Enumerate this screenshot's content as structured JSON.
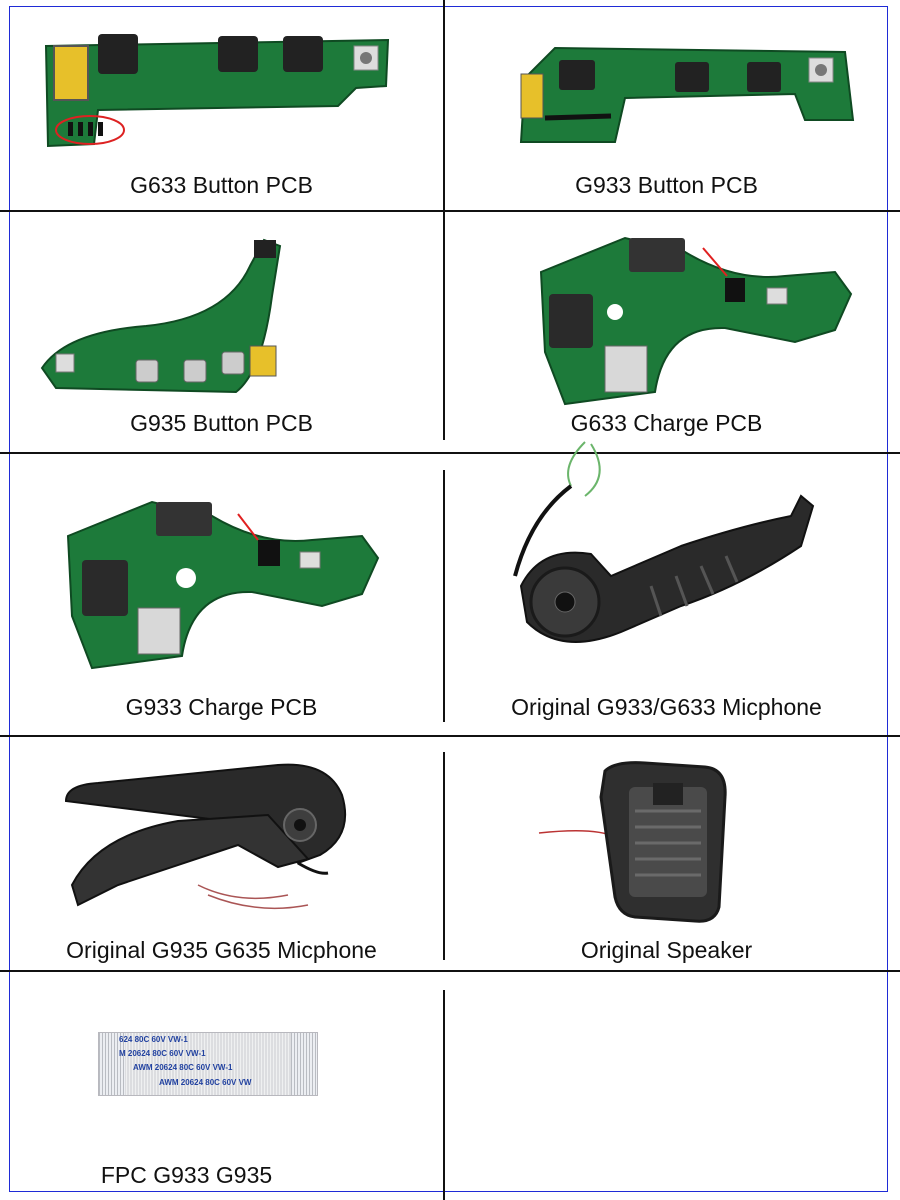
{
  "cells": [
    {
      "id": "g633-button-pcb",
      "caption": "G633 Button PCB"
    },
    {
      "id": "g933-button-pcb",
      "caption": "G933 Button PCB"
    },
    {
      "id": "g935-button-pcb",
      "caption": "G935 Button PCB"
    },
    {
      "id": "g633-charge-pcb",
      "caption": "G633 Charge PCB"
    },
    {
      "id": "g933-charge-pcb",
      "caption": "G933 Charge PCB"
    },
    {
      "id": "g933-g633-mic",
      "caption": "Original G933/G633 Micphone"
    },
    {
      "id": "g935-g635-mic",
      "caption": "Original G935 G635 Micphone"
    },
    {
      "id": "speaker",
      "caption": "Original Speaker"
    },
    {
      "id": "fpc",
      "caption": "FPC G933 G935"
    }
  ],
  "fpc_print": [
    "624 80C 60V VW-1",
    "M 20624 80C 60V VW-1",
    "AWM 20624 80C 60V VW-1",
    "AWM 20624 80C 60V VW"
  ]
}
